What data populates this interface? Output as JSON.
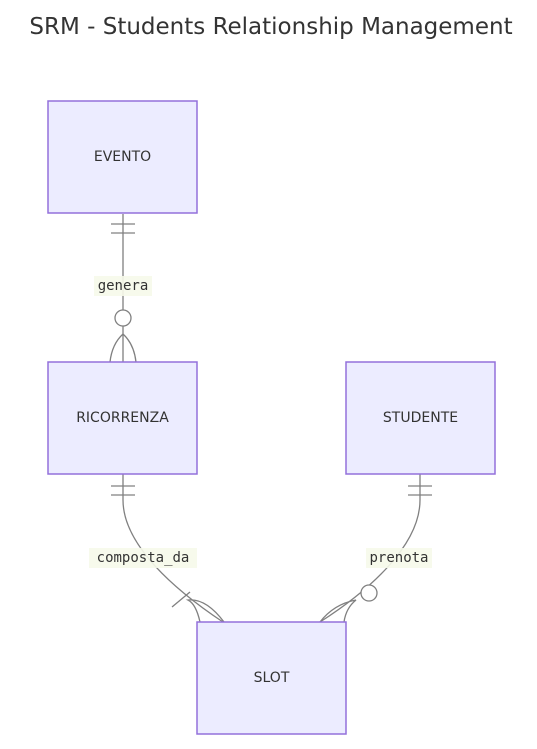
{
  "diagram": {
    "title": "SRM - Students Relationship Management",
    "entities": {
      "evento": "EVENTO",
      "ricorrenza": "RICORRENZA",
      "studente": "STUDENTE",
      "slot": "SLOT"
    },
    "relationships": {
      "genera": "genera",
      "composta_da": "composta_da",
      "prenota": "prenota"
    }
  }
}
